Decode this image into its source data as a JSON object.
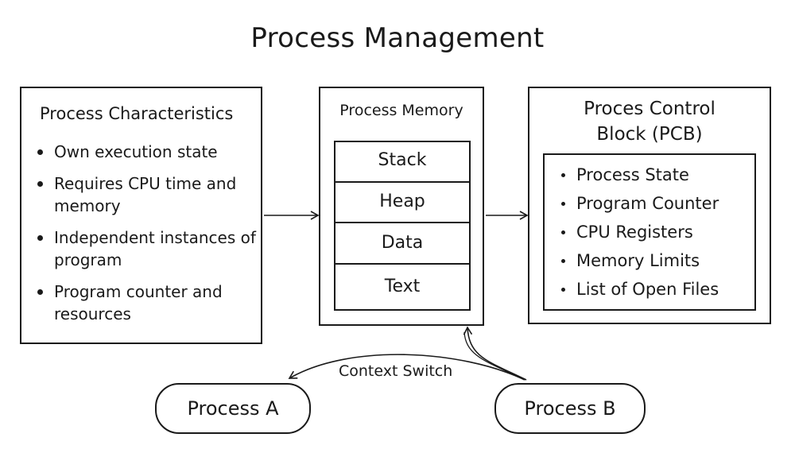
{
  "title": "Process Management",
  "characteristics": {
    "heading": "Process Characteristics",
    "items": [
      "Own execution state",
      "Requires CPU time and memory",
      "Independent instances of program",
      "Program counter and resources"
    ]
  },
  "memory": {
    "heading": "Process Memory",
    "segments": [
      "Stack",
      "Heap",
      "Data",
      "Text"
    ]
  },
  "pcb": {
    "heading_line1": "Proces Control",
    "heading_line2": "Block (PCB)",
    "items": [
      "Process State",
      "Program Counter",
      "CPU Registers",
      "Memory Limits",
      "List of Open Files"
    ]
  },
  "processes": {
    "a": "Process A",
    "b": "Process B"
  },
  "context_switch_label": "Context Switch"
}
